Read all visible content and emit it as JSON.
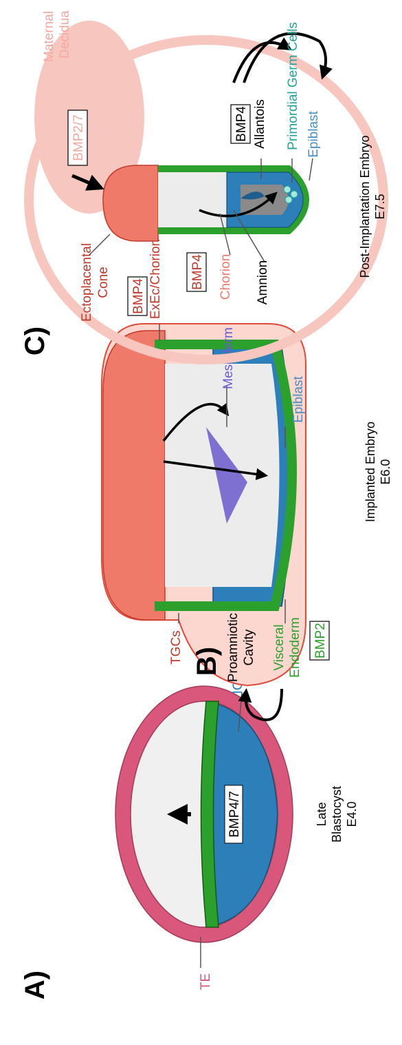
{
  "panels": {
    "a": "A)",
    "b": "B)",
    "c": "C)"
  },
  "panel_a": {
    "te": "TE",
    "icm": "ICM",
    "bmp": "BMP4/7",
    "caption_line1": "Late",
    "caption_line2": "Blastocyst",
    "caption_line3": "E4.0"
  },
  "panel_b": {
    "tgcs": "TGCs",
    "proamniotic_line1": "Proamniotic",
    "proamniotic_line2": "Cavity",
    "visceral_line1": "Visceral",
    "visceral_line2": "Endoderm",
    "bmp2": "BMP2",
    "bmp4": "BMP4",
    "exec_chorion": "ExEc/Chorion",
    "mesoderm": "Mesoderm",
    "epiblast": "Epiblast",
    "caption_line1": "Implanted Embryo",
    "caption_line2": "E6.0"
  },
  "panel_c": {
    "ectoplacental_line1": "Ectoplacental",
    "ectoplacental_line2": "Cone",
    "bmp4_chorion": "BMP4",
    "chorion": "Chorion",
    "amnion": "Amnion",
    "bmp27": "BMP2/7",
    "maternal_line1": "Maternal",
    "maternal_line2": "Decidua",
    "bmp4_allantois": "BMP4",
    "allantois": "Allantois",
    "pgc": "Primordial Germ Cells",
    "epiblast": "Epiblast",
    "caption_line1": "Post-Implantation Embryo",
    "caption_line2": "E7.5"
  },
  "colors": {
    "te": "#d9577a",
    "icm": "#2c7fb8",
    "epiblast": "#4a8fc0",
    "endoderm": "#1f8a1f",
    "trophoblast": "#e04a3a",
    "mesoderm": "#6a5acd",
    "pgc": "#1fa59a",
    "decidua": "#f3a8a0"
  }
}
